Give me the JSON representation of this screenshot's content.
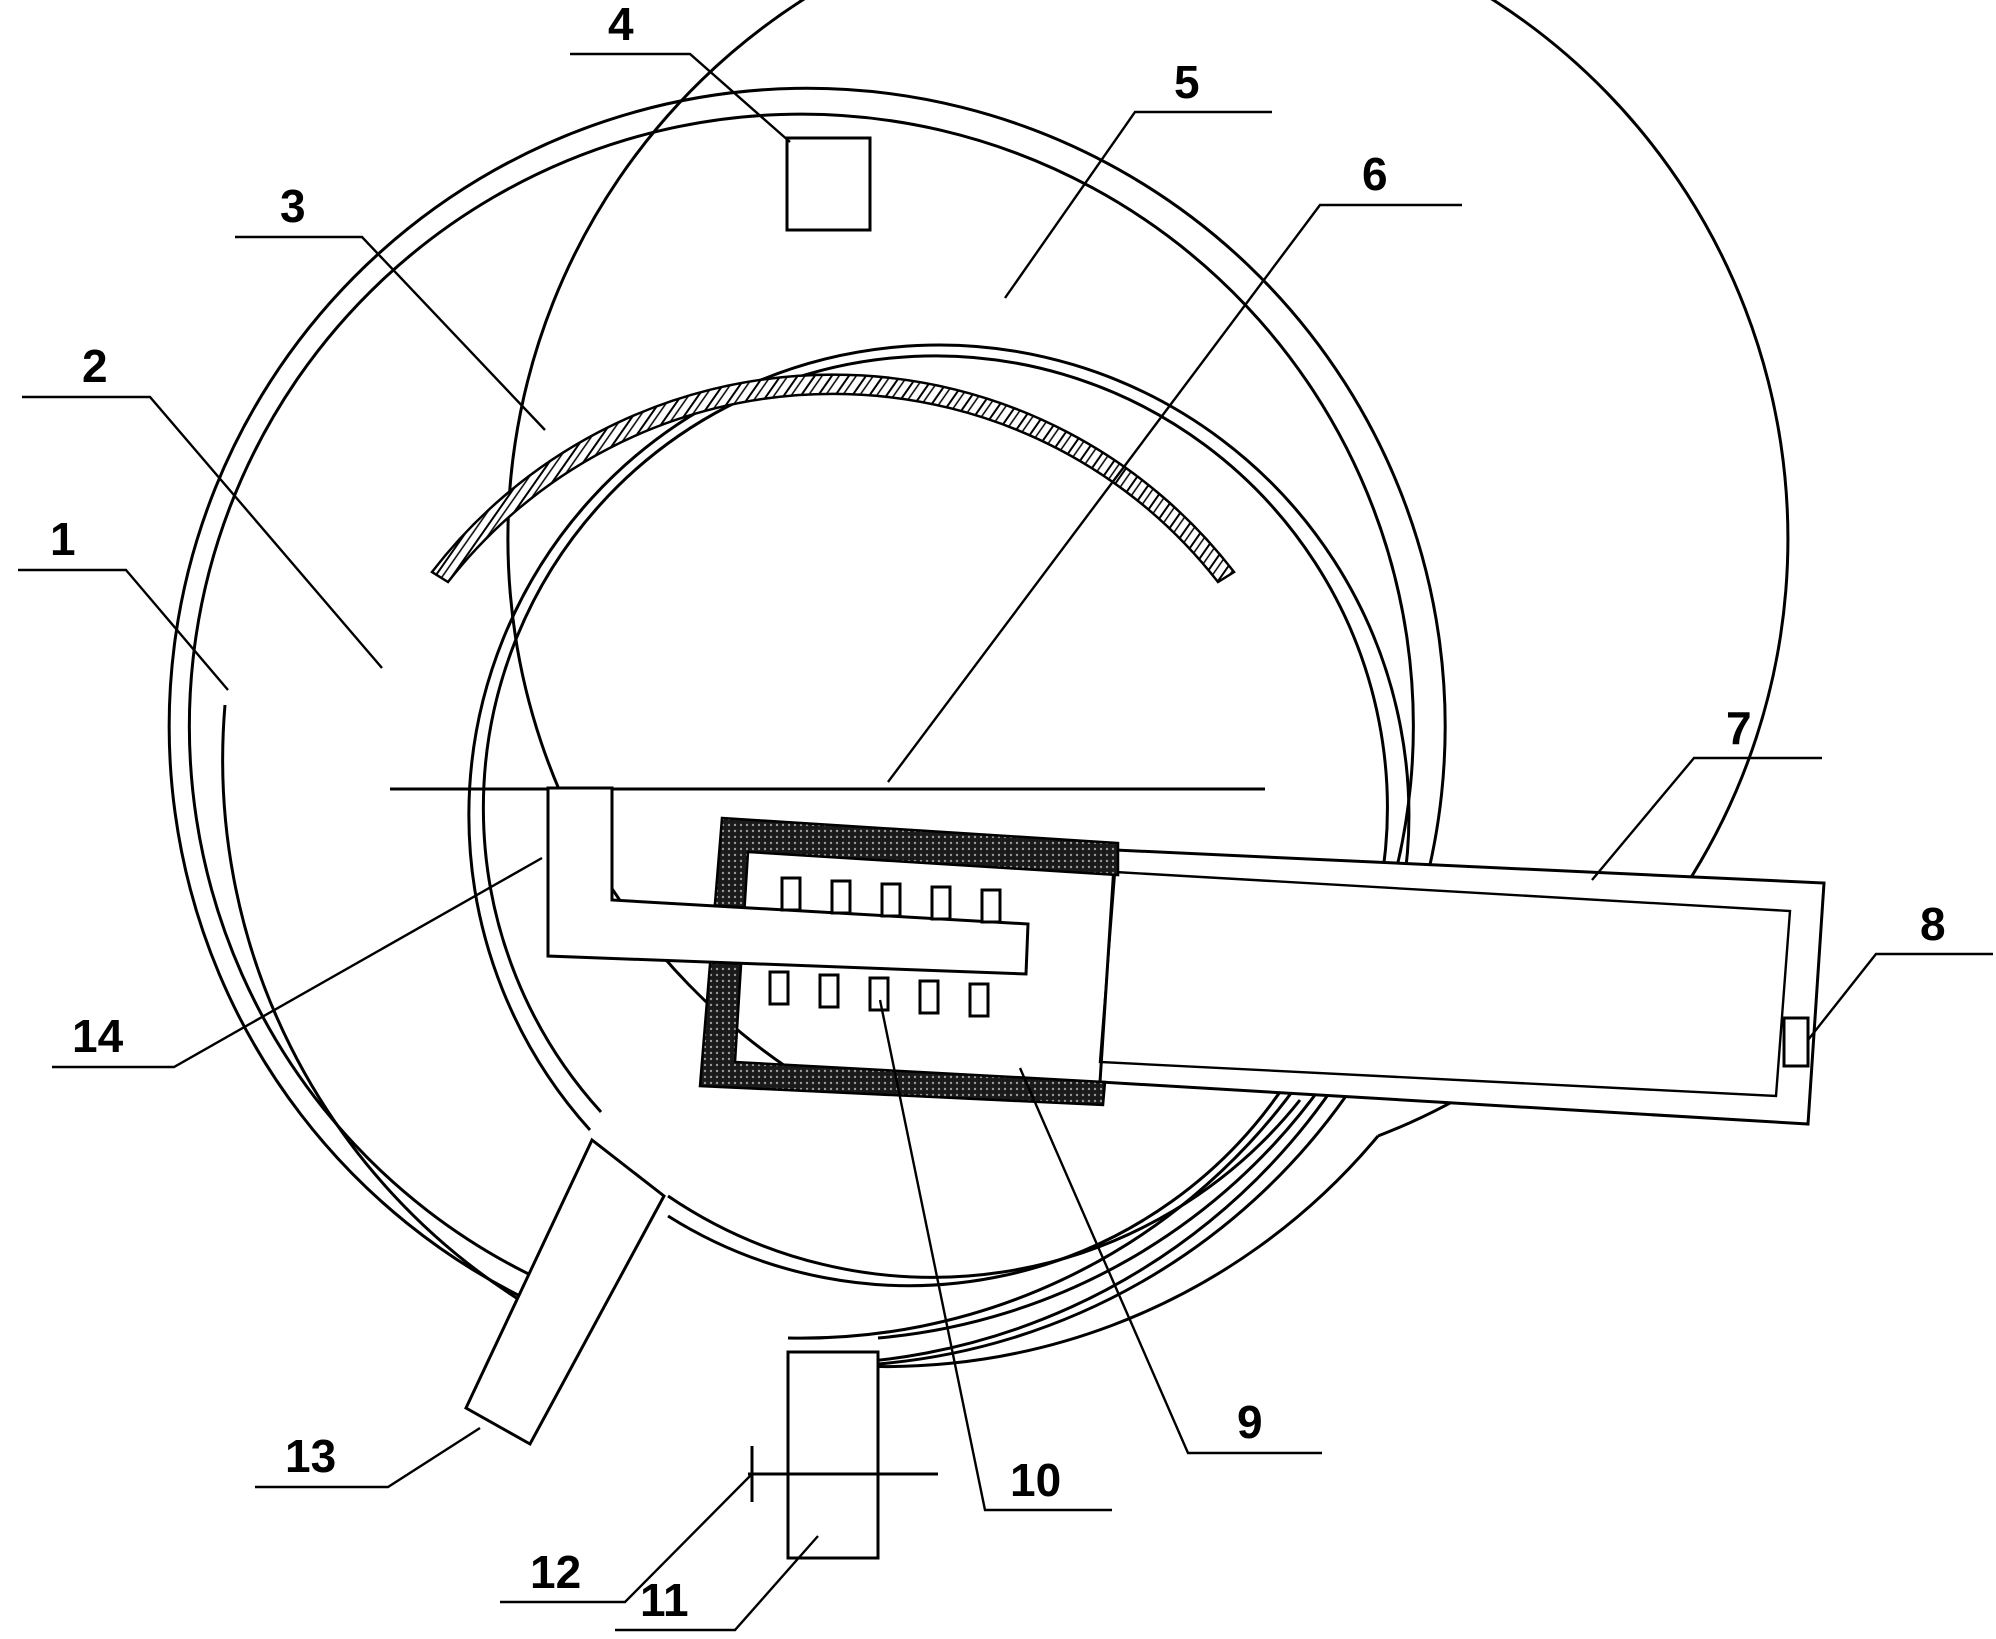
{
  "labels": {
    "n1": "1",
    "n2": "2",
    "n3": "3",
    "n4": "4",
    "n5": "5",
    "n6": "6",
    "n7": "7",
    "n8": "8",
    "n9": "9",
    "n10": "10",
    "n11": "11",
    "n12": "12",
    "n13": "13",
    "n14": "14"
  }
}
